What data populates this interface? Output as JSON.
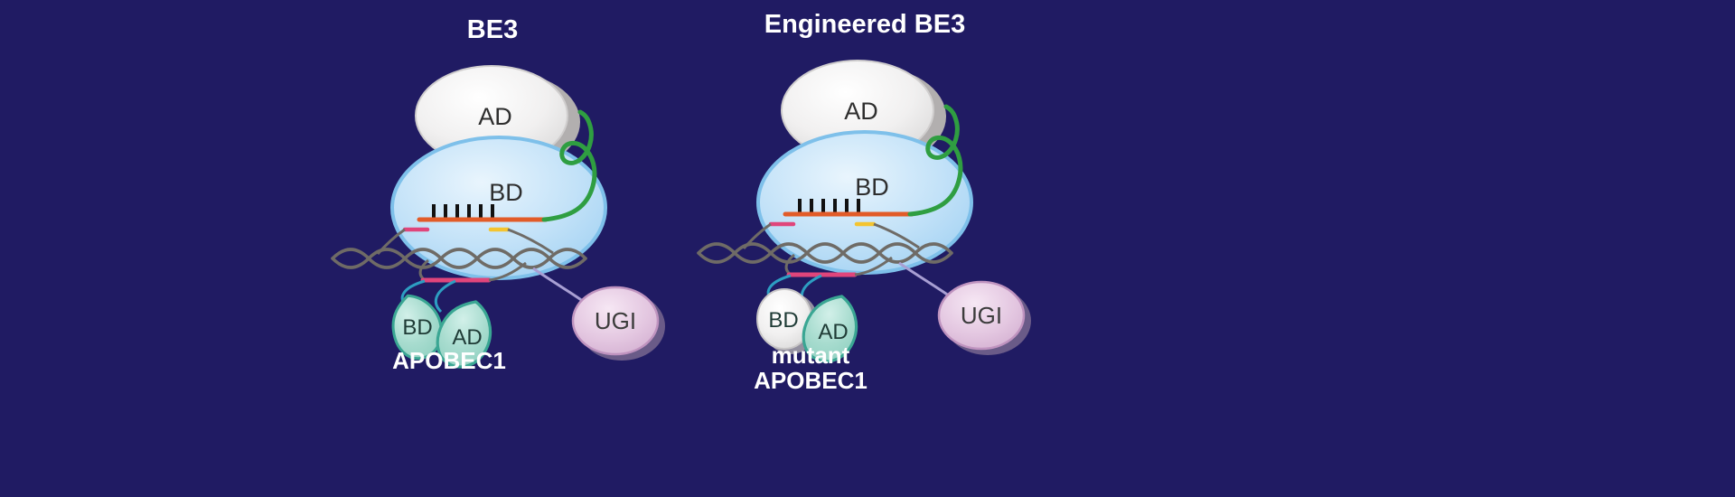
{
  "figure": {
    "panels": {
      "left": {
        "title": "BE3",
        "ad_label": "AD",
        "bd_label": "BD",
        "apobec": {
          "bd_label": "BD",
          "ad_label": "AD",
          "name": "APOBEC1"
        },
        "ugi_label": "UGI"
      },
      "right": {
        "title": "Engineered BE3",
        "ad_label": "AD",
        "bd_label": "BD",
        "apobec": {
          "bd_label": "BD",
          "ad_label": "AD",
          "name_line1": "mutant",
          "name_line2": "APOBEC1"
        },
        "ugi_label": "UGI"
      }
    },
    "palette": {
      "background": "#201b63",
      "cas9_blue_fill": "#b9dcf6",
      "cas9_blue_border": "#7ec0ea",
      "deaminase_gray_fill": "#efeeee",
      "deaminase_gray_shadow": "#b2afaf",
      "apobec_teal_fill": "#a8dccf",
      "apobec_teal_border": "#3aa693",
      "ugi_pink_fill": "#e3c6e0",
      "ugi_pink_border": "#bf93bf",
      "guide_rna_orange": "#e25b28",
      "sgrna_green": "#2f9e41",
      "dna_gray": "#6f6b66",
      "edit_site_pink": "#e0457b",
      "pam_yellow": "#f4c430",
      "linker_teal": "#2d9ec2",
      "linker_lavender": "#a89fd3",
      "base_pair_black": "#111111",
      "title_white": "#ffffff"
    }
  }
}
